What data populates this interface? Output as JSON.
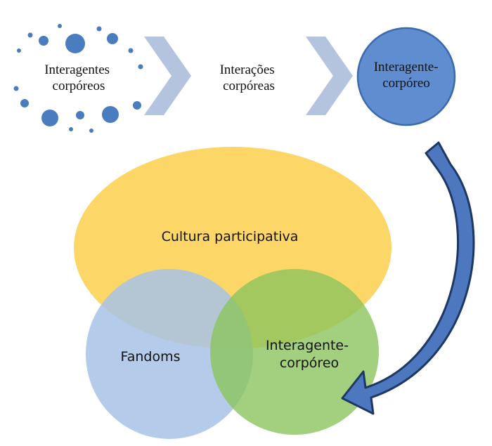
{
  "flow": {
    "step1_line1": "Interagentes",
    "step1_line2": "corpóreos",
    "step2_line1": "Interações",
    "step2_line2": "corpóreas",
    "step3_line1": "Interagente-",
    "step3_line2": "corpóreo"
  },
  "venn": {
    "top_label": "Cultura participativa",
    "left_label": "Fandoms",
    "right_line1": "Interagente-",
    "right_line2": "corpóreo"
  },
  "colors": {
    "dot_blue": "#4a7cc0",
    "chevron": "#b4c3de",
    "circle_fill": "#5f8dd0",
    "circle_stroke": "#3a6aae",
    "arrow_fill": "#4d78c0",
    "arrow_stroke": "#1e3864",
    "yellow": "#fcd667",
    "blue_circle": "#a7c3e6",
    "green_circle": "#8cc45e"
  }
}
